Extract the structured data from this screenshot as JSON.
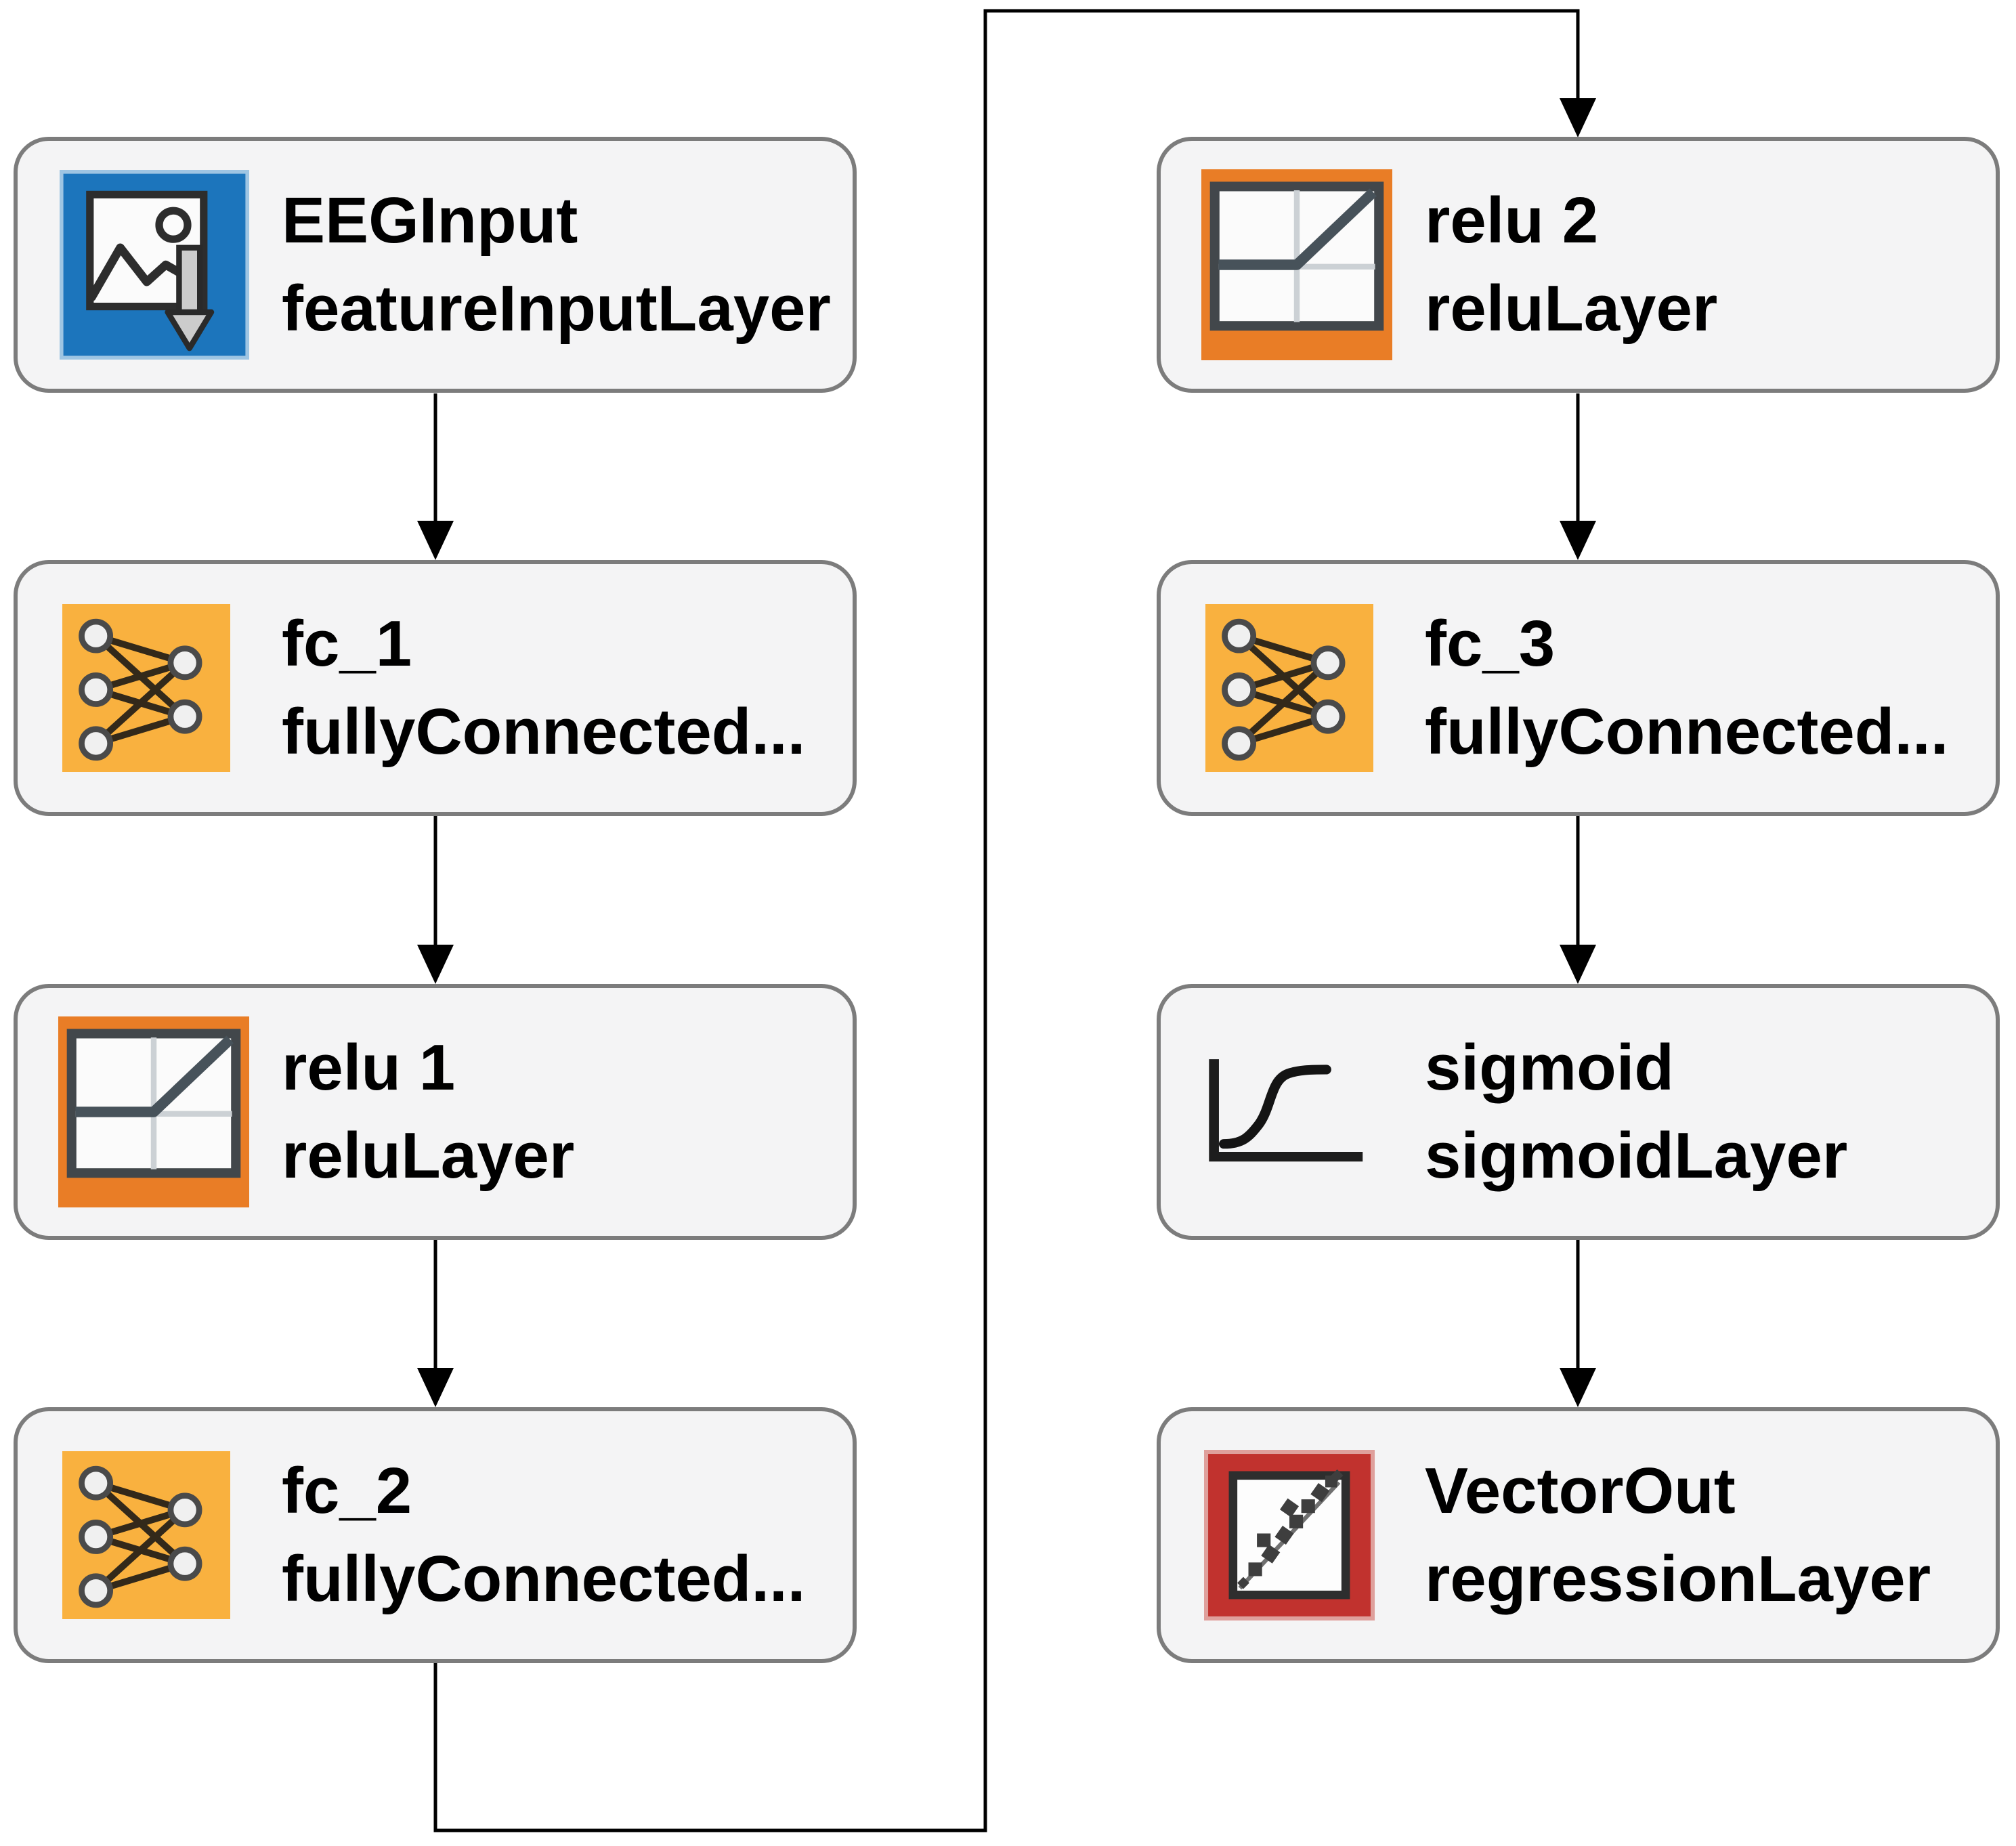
{
  "diagram": {
    "kind": "layer-graph",
    "background": "#ffffff"
  },
  "nodes": [
    {
      "name": "EEGInput",
      "type": "featureInputLayer",
      "icon": "feature-input-icon"
    },
    {
      "name": "fc_1",
      "type": "fullyConnected...",
      "icon": "fully-connected-icon"
    },
    {
      "name": "relu 1",
      "type": "reluLayer",
      "icon": "relu-icon"
    },
    {
      "name": "fc_2",
      "type": "fullyConnected...",
      "icon": "fully-connected-icon"
    },
    {
      "name": "relu 2",
      "type": "reluLayer",
      "icon": "relu-icon"
    },
    {
      "name": "fc_3",
      "type": "fullyConnected...",
      "icon": "fully-connected-icon"
    },
    {
      "name": "sigmoid",
      "type": "sigmoidLayer",
      "icon": "sigmoid-icon"
    },
    {
      "name": "VectorOut",
      "type": "regressionLayer",
      "icon": "regression-icon"
    }
  ],
  "connections": [
    {
      "from": "EEGInput",
      "to": "fc_1"
    },
    {
      "from": "fc_1",
      "to": "relu 1"
    },
    {
      "from": "relu 1",
      "to": "fc_2"
    },
    {
      "from": "fc_2",
      "to": "relu 2"
    },
    {
      "from": "relu 2",
      "to": "fc_3"
    },
    {
      "from": "fc_3",
      "to": "sigmoid"
    },
    {
      "from": "sigmoid",
      "to": "VectorOut"
    }
  ],
  "colors": {
    "node_fill": "#f4f4f5",
    "node_border": "#7c7c7c",
    "label_text": "#000000",
    "connector": "#000000",
    "input_icon_blue": "#1c75bc",
    "fully_connected_orange": "#f9b13f",
    "relu_frame_orange": "#e97d26",
    "regression_frame_red": "#c1322e",
    "icon_plot_white": "#fbfbfb"
  }
}
